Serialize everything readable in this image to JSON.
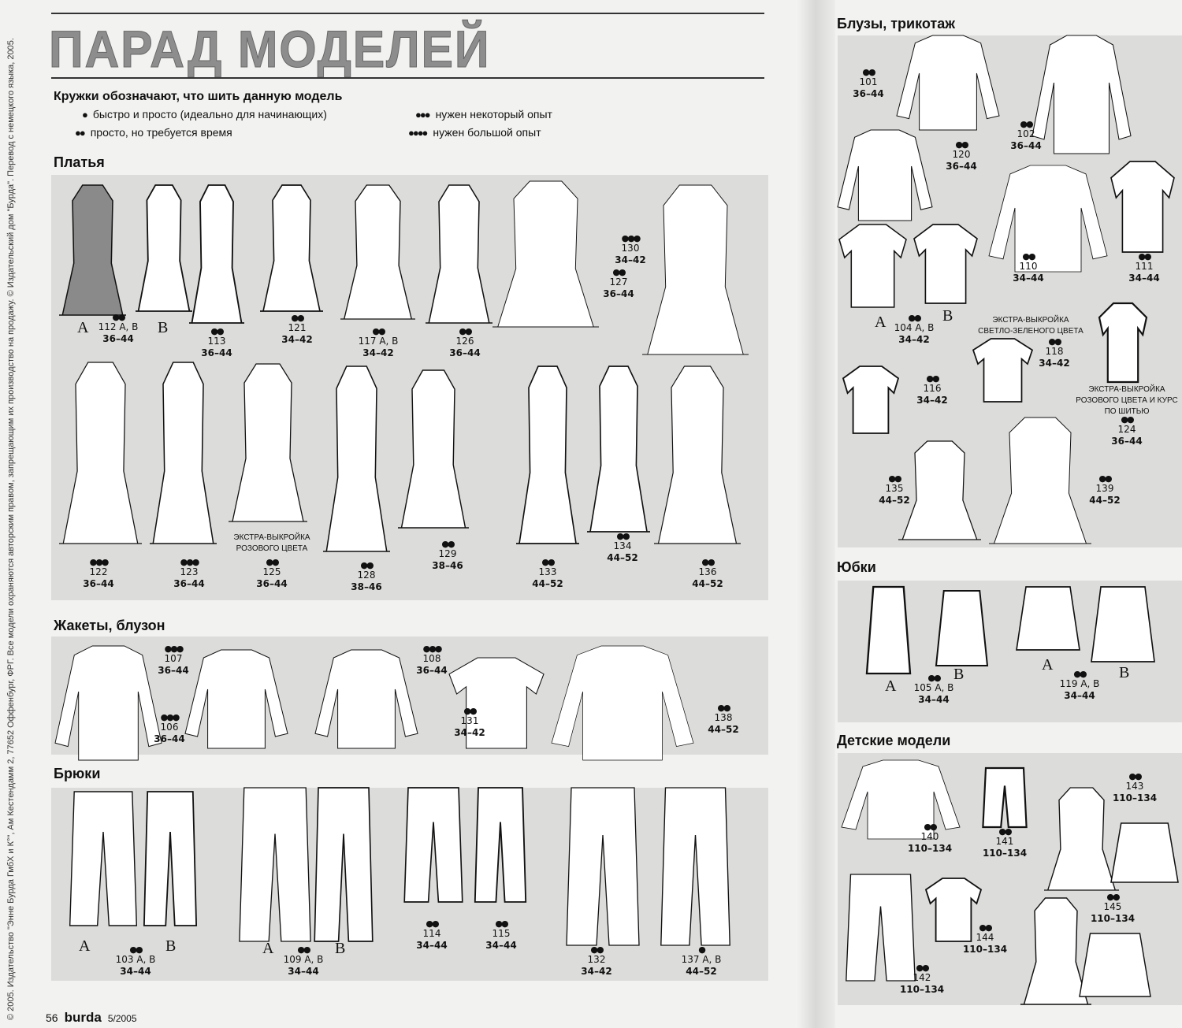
{
  "page": {
    "title": "ПАРАД МОДЕЛЕЙ",
    "copyright": "© 2005. Издательство \"Энне Бурда ГмбХ и К°\", Ам Кестендамм 2, 77652 Оффенбург, ФРГ. Все модели охраняются авторским правом, запрещающим их производство на продажу. © Издательский дом \"Бурда\". Перевод с немецкого языка, 2005.",
    "footer": {
      "page_number": "56",
      "brand": "burda",
      "issue": "5/2005"
    }
  },
  "legend": {
    "heading": "Кружки обозначают, что шить данную модель",
    "items": [
      {
        "dots": 1,
        "text": "быстро и просто (идеально для начинающих)"
      },
      {
        "dots": 2,
        "text": "просто, но требуется время"
      },
      {
        "dots": 3,
        "text": "нужен некоторый опыт"
      },
      {
        "dots": 4,
        "text": "нужен большой опыт"
      }
    ]
  },
  "variant_letters": {
    "a": "A",
    "b": "B"
  },
  "sections": {
    "dresses": {
      "title": "Платья",
      "notes": [
        "ЭКСТРА-ВЫКРОЙКА",
        "РОЗОВОГО ЦВЕТА"
      ],
      "items": [
        {
          "model": "112 A, B",
          "dots": 2,
          "sizes": "36–44"
        },
        {
          "model": "113",
          "dots": 2,
          "sizes": "36–44"
        },
        {
          "model": "121",
          "dots": 2,
          "sizes": "34–42"
        },
        {
          "model": "117 A, B",
          "dots": 2,
          "sizes": "34–42"
        },
        {
          "model": "126",
          "dots": 2,
          "sizes": "36–44"
        },
        {
          "model": "127",
          "dots": 2,
          "sizes": "36–44"
        },
        {
          "model": "130",
          "dots": 3,
          "sizes": "34–42"
        },
        {
          "model": "122",
          "dots": 3,
          "sizes": "36–44"
        },
        {
          "model": "123",
          "dots": 3,
          "sizes": "36–44"
        },
        {
          "model": "125",
          "dots": 2,
          "sizes": "36–44"
        },
        {
          "model": "128",
          "dots": 2,
          "sizes": "38–46"
        },
        {
          "model": "129",
          "dots": 2,
          "sizes": "38–46"
        },
        {
          "model": "133",
          "dots": 2,
          "sizes": "44–52"
        },
        {
          "model": "134",
          "dots": 2,
          "sizes": "44–52"
        },
        {
          "model": "136",
          "dots": 2,
          "sizes": "44–52"
        }
      ]
    },
    "jackets": {
      "title": "Жакеты, блузон",
      "items": [
        {
          "model": "107",
          "dots": 3,
          "sizes": "36–44"
        },
        {
          "model": "106",
          "dots": 3,
          "sizes": "36–44"
        },
        {
          "model": "108",
          "dots": 3,
          "sizes": "36–44"
        },
        {
          "model": "131",
          "dots": 2,
          "sizes": "34–42"
        },
        {
          "model": "138",
          "dots": 2,
          "sizes": "44–52"
        }
      ]
    },
    "trousers": {
      "title": "Брюки",
      "items": [
        {
          "model": "103 A, B",
          "dots": 2,
          "sizes": "34–44"
        },
        {
          "model": "109 A, B",
          "dots": 2,
          "sizes": "34–44"
        },
        {
          "model": "114",
          "dots": 2,
          "sizes": "34–44"
        },
        {
          "model": "115",
          "dots": 2,
          "sizes": "34–44"
        },
        {
          "model": "132",
          "dots": 2,
          "sizes": "34–42"
        },
        {
          "model": "137 A, B",
          "dots": 1,
          "sizes": "44–52"
        }
      ]
    },
    "blouses": {
      "title": "Блузы, трикотаж",
      "note_118": [
        "ЭКСТРА-ВЫКРОЙКА",
        "СВЕТЛО-ЗЕЛЕНОГО ЦВЕТА"
      ],
      "note_124": [
        "ЭКСТРА-ВЫКРОЙКА",
        "РОЗОВОГО ЦВЕТА И КУРС",
        "ПО ШИТЬЮ"
      ],
      "items": [
        {
          "model": "101",
          "dots": 2,
          "sizes": "36–44"
        },
        {
          "model": "102",
          "dots": 2,
          "sizes": "36–44"
        },
        {
          "model": "120",
          "dots": 2,
          "sizes": "36–44"
        },
        {
          "model": "110",
          "dots": 2,
          "sizes": "34–44"
        },
        {
          "model": "111",
          "dots": 2,
          "sizes": "34–44"
        },
        {
          "model": "104 A, B",
          "dots": 2,
          "sizes": "34–42"
        },
        {
          "model": "118",
          "dots": 2,
          "sizes": "34–42"
        },
        {
          "model": "116",
          "dots": 2,
          "sizes": "34–42"
        },
        {
          "model": "124",
          "dots": 2,
          "sizes": "36–44"
        },
        {
          "model": "135",
          "dots": 2,
          "sizes": "44–52"
        },
        {
          "model": "139",
          "dots": 2,
          "sizes": "44–52"
        }
      ]
    },
    "skirts": {
      "title": "Юбки",
      "items": [
        {
          "model": "105 A, B",
          "dots": 2,
          "sizes": "34–44"
        },
        {
          "model": "119 A, B",
          "dots": 2,
          "sizes": "34–44"
        }
      ]
    },
    "kids": {
      "title": "Детские модели",
      "items": [
        {
          "model": "140",
          "dots": 2,
          "sizes": "110–134"
        },
        {
          "model": "141",
          "dots": 2,
          "sizes": "110–134"
        },
        {
          "model": "143",
          "dots": 2,
          "sizes": "110–134"
        },
        {
          "model": "145",
          "dots": 2,
          "sizes": "110–134"
        },
        {
          "model": "144",
          "dots": 2,
          "sizes": "110–134"
        },
        {
          "model": "142",
          "dots": 2,
          "sizes": "110–134"
        }
      ]
    }
  }
}
